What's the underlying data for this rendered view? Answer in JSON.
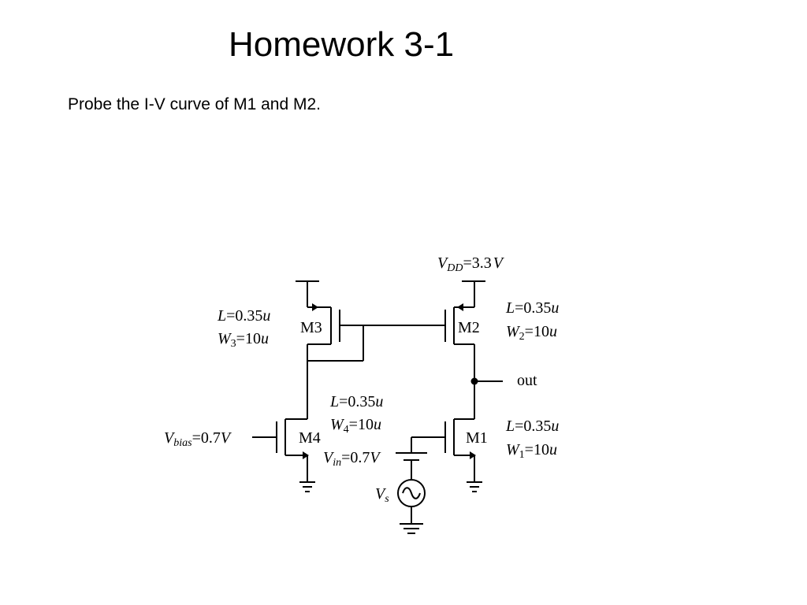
{
  "slide": {
    "title": "Homework 3-1",
    "instruction": "Probe the I-V curve of M1 and M2."
  },
  "circuit": {
    "supply": {
      "symbol": "V",
      "subscript": "DD",
      "value": "=3.3",
      "unit": "V"
    },
    "output_label": "out",
    "transistors": [
      {
        "name": "M1",
        "L_value": "=0.35",
        "W_sub": "1",
        "W_value": "=10",
        "unit": "u"
      },
      {
        "name": "M2",
        "L_value": "=0.35",
        "W_sub": "2",
        "W_value": "=10",
        "unit": "u"
      },
      {
        "name": "M3",
        "L_value": "=0.35",
        "W_sub": "3",
        "W_value": "=10",
        "unit": "u"
      },
      {
        "name": "M4",
        "L_value": "=0.35",
        "W_sub": "4",
        "W_value": "=10",
        "unit": "u"
      }
    ],
    "bias": {
      "symbol": "V",
      "subscript": "bias",
      "value": "=0.7",
      "unit": "V"
    },
    "input": {
      "symbol": "V",
      "subscript": "in",
      "value": "=0.7",
      "unit": "V"
    },
    "source": {
      "symbol": "V",
      "subscript": "s"
    },
    "param_letters": {
      "L": "L",
      "W": "W"
    }
  }
}
